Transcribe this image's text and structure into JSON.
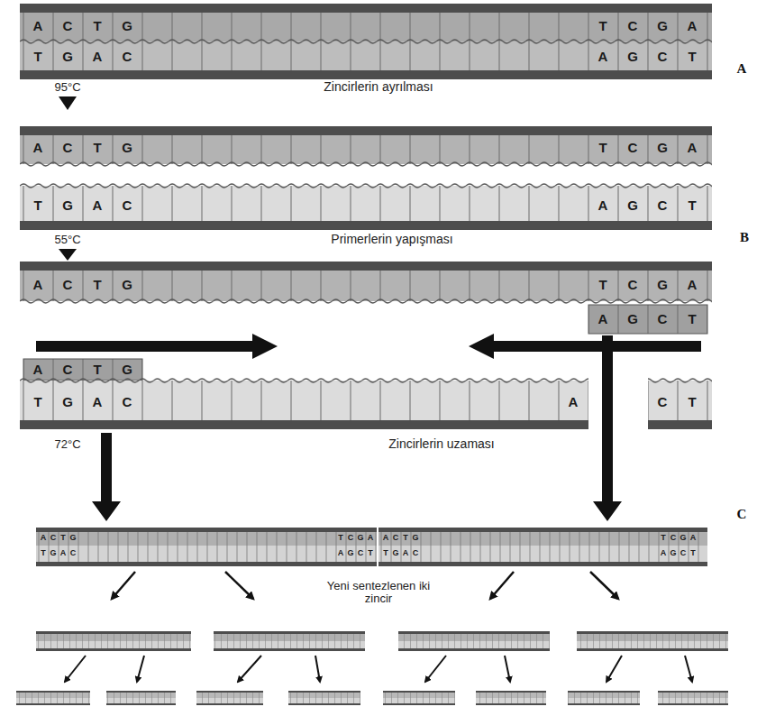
{
  "diagram": {
    "labels": [
      "A",
      "C",
      "T",
      "G",
      "T",
      "C",
      "G",
      "A",
      "T",
      "G",
      "A",
      "C",
      "A",
      "G",
      "C",
      "T",
      "95°C",
      "Zincirlerin ayrılması",
      "A",
      "A",
      "C",
      "T",
      "G",
      "T",
      "C",
      "G",
      "A",
      "T",
      "G",
      "A",
      "C",
      "A",
      "G",
      "C",
      "T",
      "55°C",
      "Primerlerin yapışması",
      "B",
      "A",
      "C",
      "T",
      "G",
      "T",
      "C",
      "G",
      "A",
      "A",
      "G",
      "C",
      "T",
      "A",
      "C",
      "T",
      "G",
      "T",
      "G",
      "A",
      "C",
      "A",
      "C",
      "T",
      "72°C",
      "Zincirlerin uzaması",
      "C",
      "A",
      "C",
      "T",
      "G",
      "T",
      "C",
      "G",
      "A",
      "T",
      "G",
      "A",
      "C",
      "A",
      "G",
      "C",
      "T",
      "A",
      "C",
      "T",
      "G",
      "T",
      "C",
      "G",
      "A",
      "T",
      "G",
      "A",
      "C",
      "A",
      "G",
      "C",
      "T",
      "Yeni sentezlenen iki zincir"
    ]
  }
}
